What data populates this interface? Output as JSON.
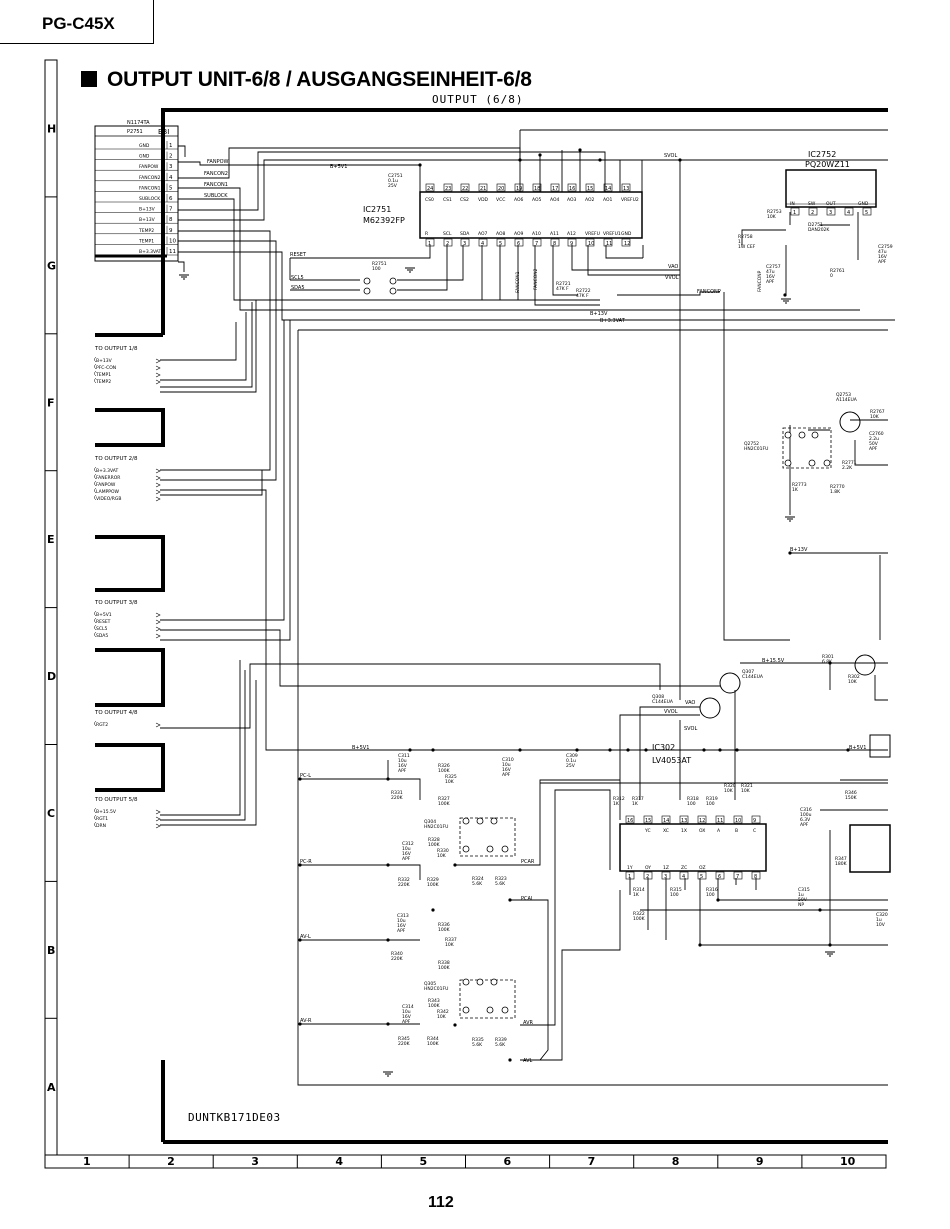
{
  "header": {
    "model": "PG-C45X"
  },
  "title": "OUTPUT UNIT-6/8 / AUSGANGSEINHEIT-6/8",
  "subtitle": "OUTPUT (6/8)",
  "page_number": "112",
  "doc_id": "DUNTKB171DE03",
  "row_labels": [
    "H",
    "G",
    "F",
    "E",
    "D",
    "C",
    "B",
    "A"
  ],
  "col_labels": [
    "1",
    "2",
    "3",
    "4",
    "5",
    "6",
    "7",
    "8",
    "9",
    "10"
  ],
  "connector": {
    "ref_top": "N1174TA",
    "ref": "P2751",
    "name": "EBI",
    "pins": [
      {
        "num": "1",
        "label": "GND"
      },
      {
        "num": "2",
        "label": "GND"
      },
      {
        "num": "3",
        "label": "FANPOW"
      },
      {
        "num": "4",
        "label": "FANCON2"
      },
      {
        "num": "5",
        "label": "FANCON1"
      },
      {
        "num": "6",
        "label": "SUBLOCK"
      },
      {
        "num": "7",
        "label": "B+13V"
      },
      {
        "num": "8",
        "label": "B+13V"
      },
      {
        "num": "9",
        "label": "TEMP2"
      },
      {
        "num": "10",
        "label": "TEMP1"
      },
      {
        "num": "11",
        "label": "B+3.3VAT"
      }
    ]
  },
  "output_groups": [
    {
      "title": "TO OUTPUT 1/8",
      "signals": [
        "B+13V",
        "PFC-CON",
        "TEMP1",
        "TEMP2"
      ]
    },
    {
      "title": "TO OUTPUT 2/8",
      "signals": [
        "B+3.3VAT",
        "FANERROR",
        "FANPOW",
        "LAMPPOW",
        "VIDEO/RGB"
      ]
    },
    {
      "title": "TO OUTPUT 3/8",
      "signals": [
        "B+5V1",
        "RESET",
        "SCL5",
        "SDA5"
      ]
    },
    {
      "title": "TO OUTPUT 4/8",
      "signals": [
        "RGT2"
      ]
    },
    {
      "title": "TO OUTPUT 5/8",
      "signals": [
        "B+15.5V",
        "RGT1",
        "DRN"
      ]
    }
  ],
  "ic2751": {
    "ref": "IC2751",
    "part": "M62392FP",
    "top_pins": [
      "CS0",
      "CS1",
      "CS2",
      "VDD",
      "VCC",
      "AO6",
      "AO5",
      "AO4",
      "AO3",
      "AO2",
      "AO1",
      "VREFU2"
    ],
    "top_nums": [
      "24",
      "23",
      "22",
      "21",
      "20",
      "19",
      "18",
      "17",
      "16",
      "15",
      "14",
      "13"
    ],
    "bottom_pins": [
      "R",
      "SCL",
      "SDA",
      "AO7",
      "AO8",
      "AO9",
      "A10",
      "A11",
      "A12",
      "VREFU",
      "VREFU1",
      "GND"
    ],
    "bottom_nums": [
      "1",
      "2",
      "3",
      "4",
      "5",
      "6",
      "7",
      "8",
      "9",
      "10",
      "11",
      "12"
    ]
  },
  "ic2752": {
    "ref": "IC2752",
    "part": "PQ20WZ11",
    "pins": [
      "IN",
      "SW",
      "OUT",
      "GND"
    ]
  },
  "ic302": {
    "ref": "IC302",
    "part": "LV4053AT",
    "top_pins": [
      "YC",
      "XC",
      "1X",
      "OX",
      "A",
      "B",
      "C"
    ],
    "bottom_pins": [
      "1Y",
      "OY",
      "1Z",
      "ZC",
      "OZ"
    ]
  },
  "nets": {
    "b5v1": "B+5V1",
    "b13v": "B+13V",
    "b33vat": "B+3.3VAT",
    "b155v": "B+15.5V",
    "reset": "RESET",
    "scl5": "SCL5",
    "sda5": "SDA5",
    "fanpow": "FANPOW",
    "fancon2": "FANCON2",
    "fancon1": "FANCON1",
    "sublock": "SUBLOCK",
    "fanconp": "FANCONP",
    "svol": "SVOL",
    "vao": "VAO",
    "vvol": "VVOL",
    "pcl": "PC-L",
    "pcr": "PC-R",
    "avl": "AV-L",
    "avr": "AV-R",
    "pcar": "PCAR",
    "pcal": "PCAL",
    "avr2": "AVR",
    "avl2": "AVL"
  },
  "components": {
    "r2751": "R2751\n100",
    "c2751": "C2751\n0.1u\n25V",
    "r2721": "R2721\n47K F",
    "r2722": "R2722\n47K F",
    "r2753": "R2753\n10K",
    "r2758": "R2758\n1\n1W CEF",
    "d2751": "D2751\nDAN202K",
    "c2757": "C2757\n47u\n16V\nAPF",
    "c2759": "C2759\n47u\n16V\nAPF",
    "r2761": "R2761\n0",
    "q2753": "Q2753\nA114EUA",
    "q2752": "Q2752\nHN2C01FU",
    "r2767": "R2767\n10K",
    "c2760": "C2760\n2.2u\n50V\nAPF",
    "r2771": "R2771\n2.2K",
    "r2773": "R2773\n1K",
    "r2770": "R2770\n1.8K",
    "q307": "Q307\nC144EUA",
    "q308": "Q308\nC144EUA",
    "r301": "R301\n6.8K",
    "r302": "R302\n10K",
    "q304": "Q304\nHN2C01FU",
    "q305": "Q305\nHN2C01FU",
    "c311": "C311\n10u\n16V\nAPF",
    "c312": "C312\n10u\n16V\nAPF",
    "c313": "C313\n10u\n16V\nAPF",
    "c314": "C314\n10u\n16V\nAPF",
    "c310": "C310\n10u\n16V\nAPF",
    "c309": "C309\n0.1u\n25V",
    "r326": "R326\n100K",
    "r325": "R325\n10K",
    "r327": "R327\n100K",
    "r328": "R328\n100K",
    "r330": "R330\n10K",
    "r331": "R331\n220K",
    "r332": "R332\n220K",
    "r329": "R329\n100K",
    "r324": "R324\n5.6K",
    "r323": "R323\n5.6K",
    "r336": "R336\n100K",
    "r337": "R337\n10K",
    "r338": "R338\n100K",
    "r340": "R340\n220K",
    "r343": "R343\n100K",
    "r342": "R342\n10K",
    "r345": "R345\n220K",
    "r344": "R344\n100K",
    "r335": "R335\n5.6K",
    "r339": "R339\n5.6K",
    "r312": "R312\n1K",
    "r317": "R317\n1K",
    "r318": "R318\n100",
    "r319": "R319\n100",
    "r320": "R320\n10K",
    "r321": "R321\n10K",
    "r314": "R314\n1K",
    "r315": "R315\n100",
    "r316": "R316\n100",
    "r322": "R322\n100K",
    "c315": "C315\n1u\n50V\nNP",
    "c316": "C316\n100u\n6.3V\nAPF",
    "r346": "R346\n150K",
    "r347": "R347\n180K",
    "c320": "C320\n1u\n10V"
  }
}
